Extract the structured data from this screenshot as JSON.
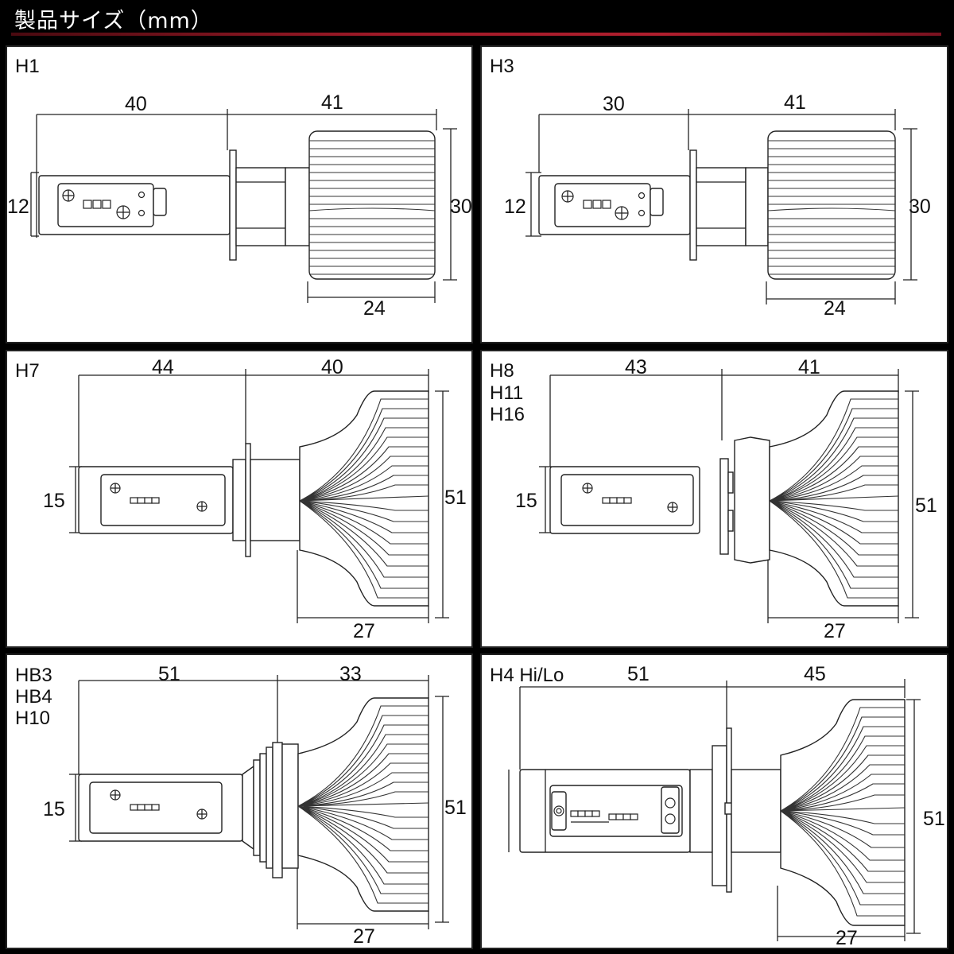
{
  "header": {
    "title": "製品サイズ（mm）",
    "accent_color": "#a01a28"
  },
  "panels": {
    "h1": {
      "labels": [
        "H1"
      ],
      "dims": {
        "top_left": "40",
        "top_right": "41",
        "left": "12",
        "right": "30",
        "bottom": "24"
      }
    },
    "h3": {
      "labels": [
        "H3"
      ],
      "dims": {
        "top_left": "30",
        "top_right": "41",
        "left": "12",
        "right": "30",
        "bottom": "24"
      }
    },
    "h7": {
      "labels": [
        "H7"
      ],
      "dims": {
        "top_left": "44",
        "top_right": "40",
        "left": "15",
        "right": "51",
        "bottom": "27"
      }
    },
    "h8": {
      "labels": [
        "H8",
        "H11",
        "H16"
      ],
      "dims": {
        "top_left": "43",
        "top_right": "41",
        "left": "15",
        "right": "51",
        "bottom": "27"
      }
    },
    "hb3": {
      "labels": [
        "HB3",
        "HB4",
        "H10"
      ],
      "dims": {
        "top_left": "51",
        "top_right": "33",
        "left": "15",
        "right": "51",
        "bottom": "27"
      }
    },
    "h4": {
      "labels": [
        "H4 Hi/Lo"
      ],
      "dims": {
        "top_left": "51",
        "top_right": "45",
        "right": "51",
        "bottom": "27"
      }
    }
  }
}
